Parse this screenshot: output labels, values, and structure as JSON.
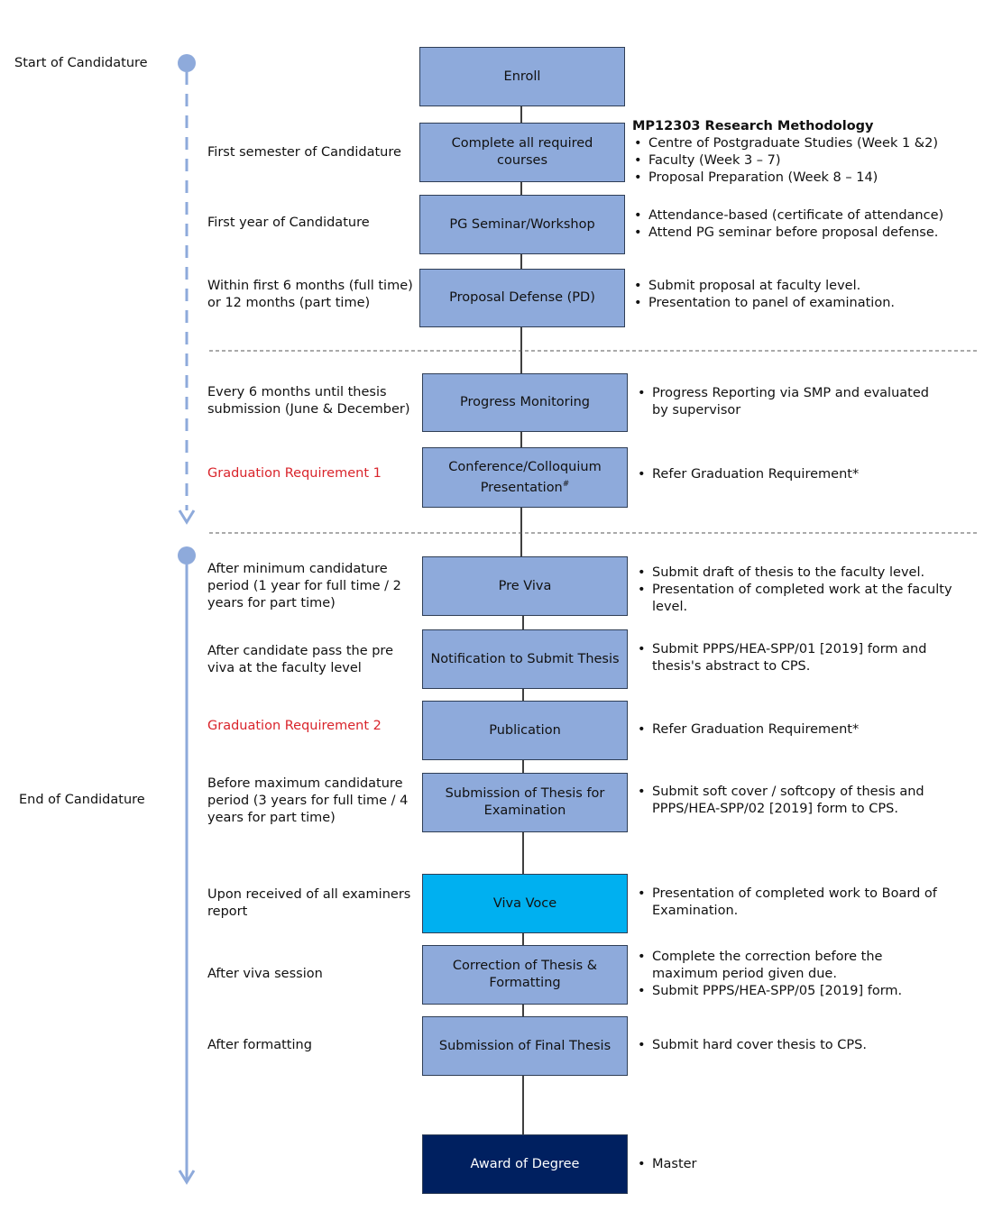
{
  "timeline": {
    "start_label": "Start of Candidature",
    "end_label": "End of Candidature",
    "line_color": "#8eaadb"
  },
  "phases": [
    {
      "text": "First semester of Candidature"
    },
    {
      "text": "First year of Candidature"
    },
    {
      "text": "Within first 6 months (full time) or 12 months (part time)"
    },
    {
      "text": "Every 6 months until thesis submission (June & December)"
    },
    {
      "text": "Graduation Requirement 1"
    },
    {
      "text": "After minimum candidature period (1 year for full time / 2 years for part time)"
    },
    {
      "text": "After candidate pass the pre viva at the faculty level"
    },
    {
      "text": "Graduation Requirement 2"
    },
    {
      "text": "Before maximum candidature period (3 years for full time / 4 years for part time)"
    },
    {
      "text": "Upon received of all examiners report"
    },
    {
      "text": "After viva session"
    },
    {
      "text": "After formatting"
    }
  ],
  "steps": [
    {
      "label": "Enroll"
    },
    {
      "label": "Complete all required courses"
    },
    {
      "label": "PG Seminar/Workshop"
    },
    {
      "label": "Proposal Defense (PD)"
    },
    {
      "label": "Progress Monitoring"
    },
    {
      "label": "Conference/Colloquium Presentation",
      "sup": "#"
    },
    {
      "label": "Pre Viva"
    },
    {
      "label": "Notification to Submit Thesis"
    },
    {
      "label": "Publication"
    },
    {
      "label": "Submission of Thesis for Examination"
    },
    {
      "label": "Viva Voce"
    },
    {
      "label": "Correction of Thesis & Formatting"
    },
    {
      "label": "Submission of Final Thesis"
    },
    {
      "label": "Award of Degree"
    }
  ],
  "notes": [
    {
      "title": "MP12303 Research Methodology",
      "items": [
        "Centre of Postgraduate Studies (Week 1 &2)",
        "Faculty (Week 3 – 7)",
        "Proposal Preparation (Week 8 – 14)"
      ]
    },
    {
      "items": [
        "Attendance-based (certificate of attendance)",
        "Attend PG seminar before proposal defense."
      ]
    },
    {
      "items": [
        "Submit proposal at faculty level.",
        "Presentation to panel of examination."
      ]
    },
    {
      "items": [
        "Progress Reporting via SMP and evaluated by supervisor"
      ]
    },
    {
      "items": [
        "Refer Graduation Requirement*"
      ]
    },
    {
      "items": [
        "Submit draft of thesis to the faculty level.",
        "Presentation of completed work at the faculty level."
      ]
    },
    {
      "items": [
        "Submit PPPS/HEA-SPP/01 [2019] form and thesis's abstract to CPS."
      ]
    },
    {
      "items": [
        "Refer Graduation Requirement*"
      ]
    },
    {
      "items": [
        "Submit soft cover / softcopy of thesis and PPPS/HEA-SPP/02 [2019] form to CPS."
      ]
    },
    {
      "items": [
        "Presentation of completed work to Board of Examination."
      ]
    },
    {
      "items": [
        "Complete the correction before the maximum period given due.",
        "Submit PPPS/HEA-SPP/05 [2019] form."
      ]
    },
    {
      "items": [
        "Submit hard cover thesis to CPS."
      ]
    },
    {
      "items": [
        "Master"
      ]
    }
  ],
  "colors": {
    "box_fill": "#8eaadb",
    "box_border": "#2f3e56",
    "viva_fill": "#00b0f0",
    "award_fill": "#002060",
    "requirement_text": "#d9242b"
  }
}
